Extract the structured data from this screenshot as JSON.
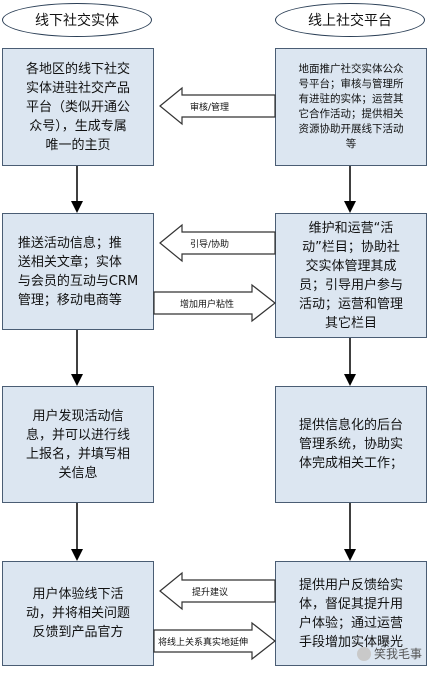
{
  "headers": {
    "left": "线下社交实体",
    "right": "线上社交平台"
  },
  "left_boxes": [
    {
      "lines": [
        "各地区的线下社交",
        "实体进驻社交产品",
        "平台（类似开通公",
        "众号），生成专属",
        "唯一的主页"
      ]
    },
    {
      "lines": [
        "推送活动信息；推",
        "送相关文章；实体",
        "与会员的互动与CRM",
        "管理；移动电商等"
      ]
    },
    {
      "lines": [
        "用户发现活动信",
        "息，并可以进行线",
        "上报名，并填写相",
        "关信息"
      ]
    },
    {
      "lines": [
        "用户体验线下活",
        "动，并将相关问题",
        "反馈到产品官方"
      ]
    }
  ],
  "right_boxes": [
    {
      "lines": [
        "地面推广社交实体公众",
        "号平台；审核与管理所",
        "有进驻的实体；运营其",
        "它合作活动；提供相关",
        "资源协助开展线下活动",
        "等"
      ]
    },
    {
      "lines": [
        "维护和运营“活",
        "动”栏目；协助社",
        "交实体管理其成",
        "员；引导用户参与",
        "活动；运营和管理",
        "其它栏目"
      ]
    },
    {
      "lines": [
        "提供信息化的后台",
        "管理系统，协助实",
        "体完成相关工作；"
      ]
    },
    {
      "lines": [
        "提供用户反馈给实",
        "体，督促其提升用",
        "户体验；通过运营",
        "手段增加实体曝光"
      ]
    }
  ],
  "arrow_labels": {
    "review": "审核/管理",
    "guide": "引导/协助",
    "stickiness": "增加用户粘性",
    "suggest": "提升建议",
    "extend": "将线上关系真实地延伸"
  },
  "watermark": "笑我毛事"
}
